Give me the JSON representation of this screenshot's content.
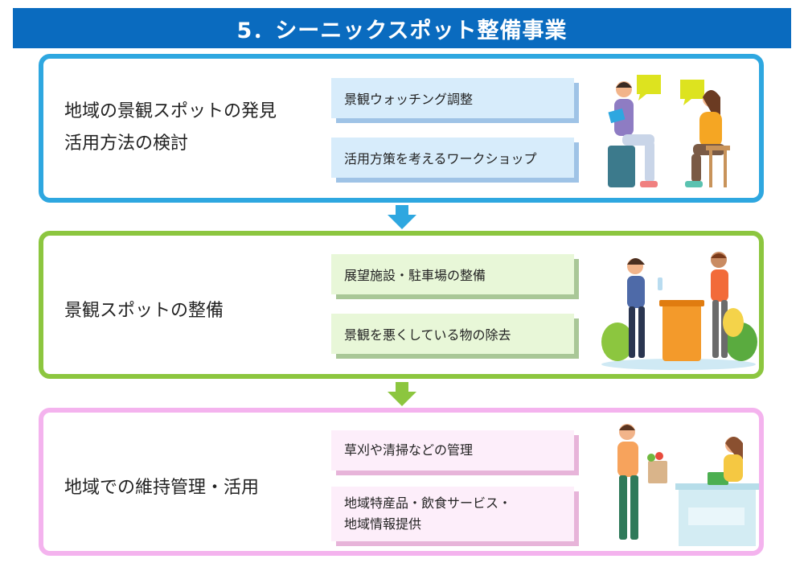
{
  "title": "5．シーニックスポット整備事業",
  "colors": {
    "title_bg": "#0a6bbf",
    "section1_border": "#2ea7e0",
    "section2_border": "#8cc63f",
    "section3_border": "#f4b3ee",
    "arrow1": "#2ea7e0",
    "arrow2": "#8cc63f"
  },
  "sections": [
    {
      "title_line1": "地域の景観スポットの発見",
      "title_line2": "活用方法の検討",
      "items": [
        "景観ウォッチング調整",
        "活用方策を考えるワークショップ"
      ],
      "illustration": "discussion-illustration"
    },
    {
      "title": "景観スポットの整備",
      "items": [
        "展望施設・駐車場の整備",
        "景観を悪くしている物の除去"
      ],
      "illustration": "cleanup-illustration"
    },
    {
      "title": "地域での維持管理・活用",
      "items": [
        "草刈や清掃などの管理",
        "地域特産品・飲食サービス・",
        "地域情報提供"
      ],
      "illustration": "shop-illustration"
    }
  ],
  "arrows": [
    "down-arrow-icon",
    "down-arrow-icon"
  ]
}
